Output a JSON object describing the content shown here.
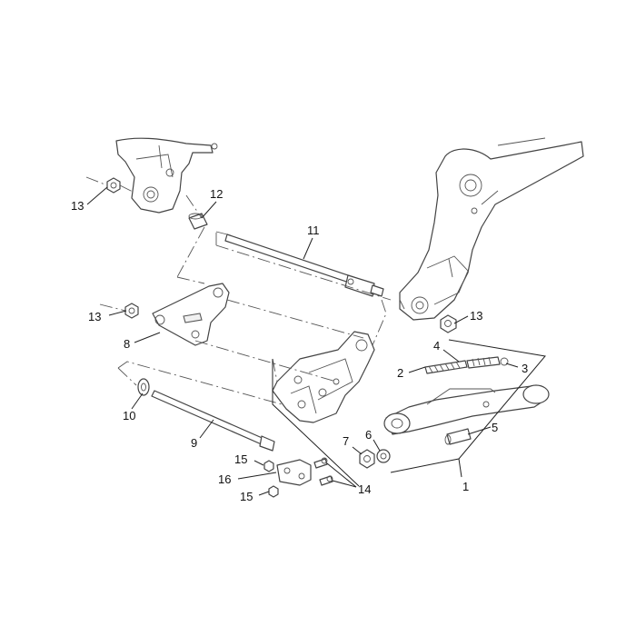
{
  "callouts": [
    {
      "id": "c13a",
      "label": "13"
    },
    {
      "id": "c12",
      "label": "12"
    },
    {
      "id": "c11",
      "label": "11"
    },
    {
      "id": "c13b",
      "label": "13"
    },
    {
      "id": "c13c",
      "label": "13"
    },
    {
      "id": "c8",
      "label": "8"
    },
    {
      "id": "c4",
      "label": "4"
    },
    {
      "id": "c2",
      "label": "2"
    },
    {
      "id": "c3",
      "label": "3"
    },
    {
      "id": "c10",
      "label": "10"
    },
    {
      "id": "c9",
      "label": "9"
    },
    {
      "id": "c5",
      "label": "5"
    },
    {
      "id": "c7",
      "label": "7"
    },
    {
      "id": "c6",
      "label": "6"
    },
    {
      "id": "c15a",
      "label": "15"
    },
    {
      "id": "c16",
      "label": "16"
    },
    {
      "id": "c15b",
      "label": "15"
    },
    {
      "id": "c14",
      "label": "14"
    },
    {
      "id": "c1",
      "label": "1"
    }
  ]
}
